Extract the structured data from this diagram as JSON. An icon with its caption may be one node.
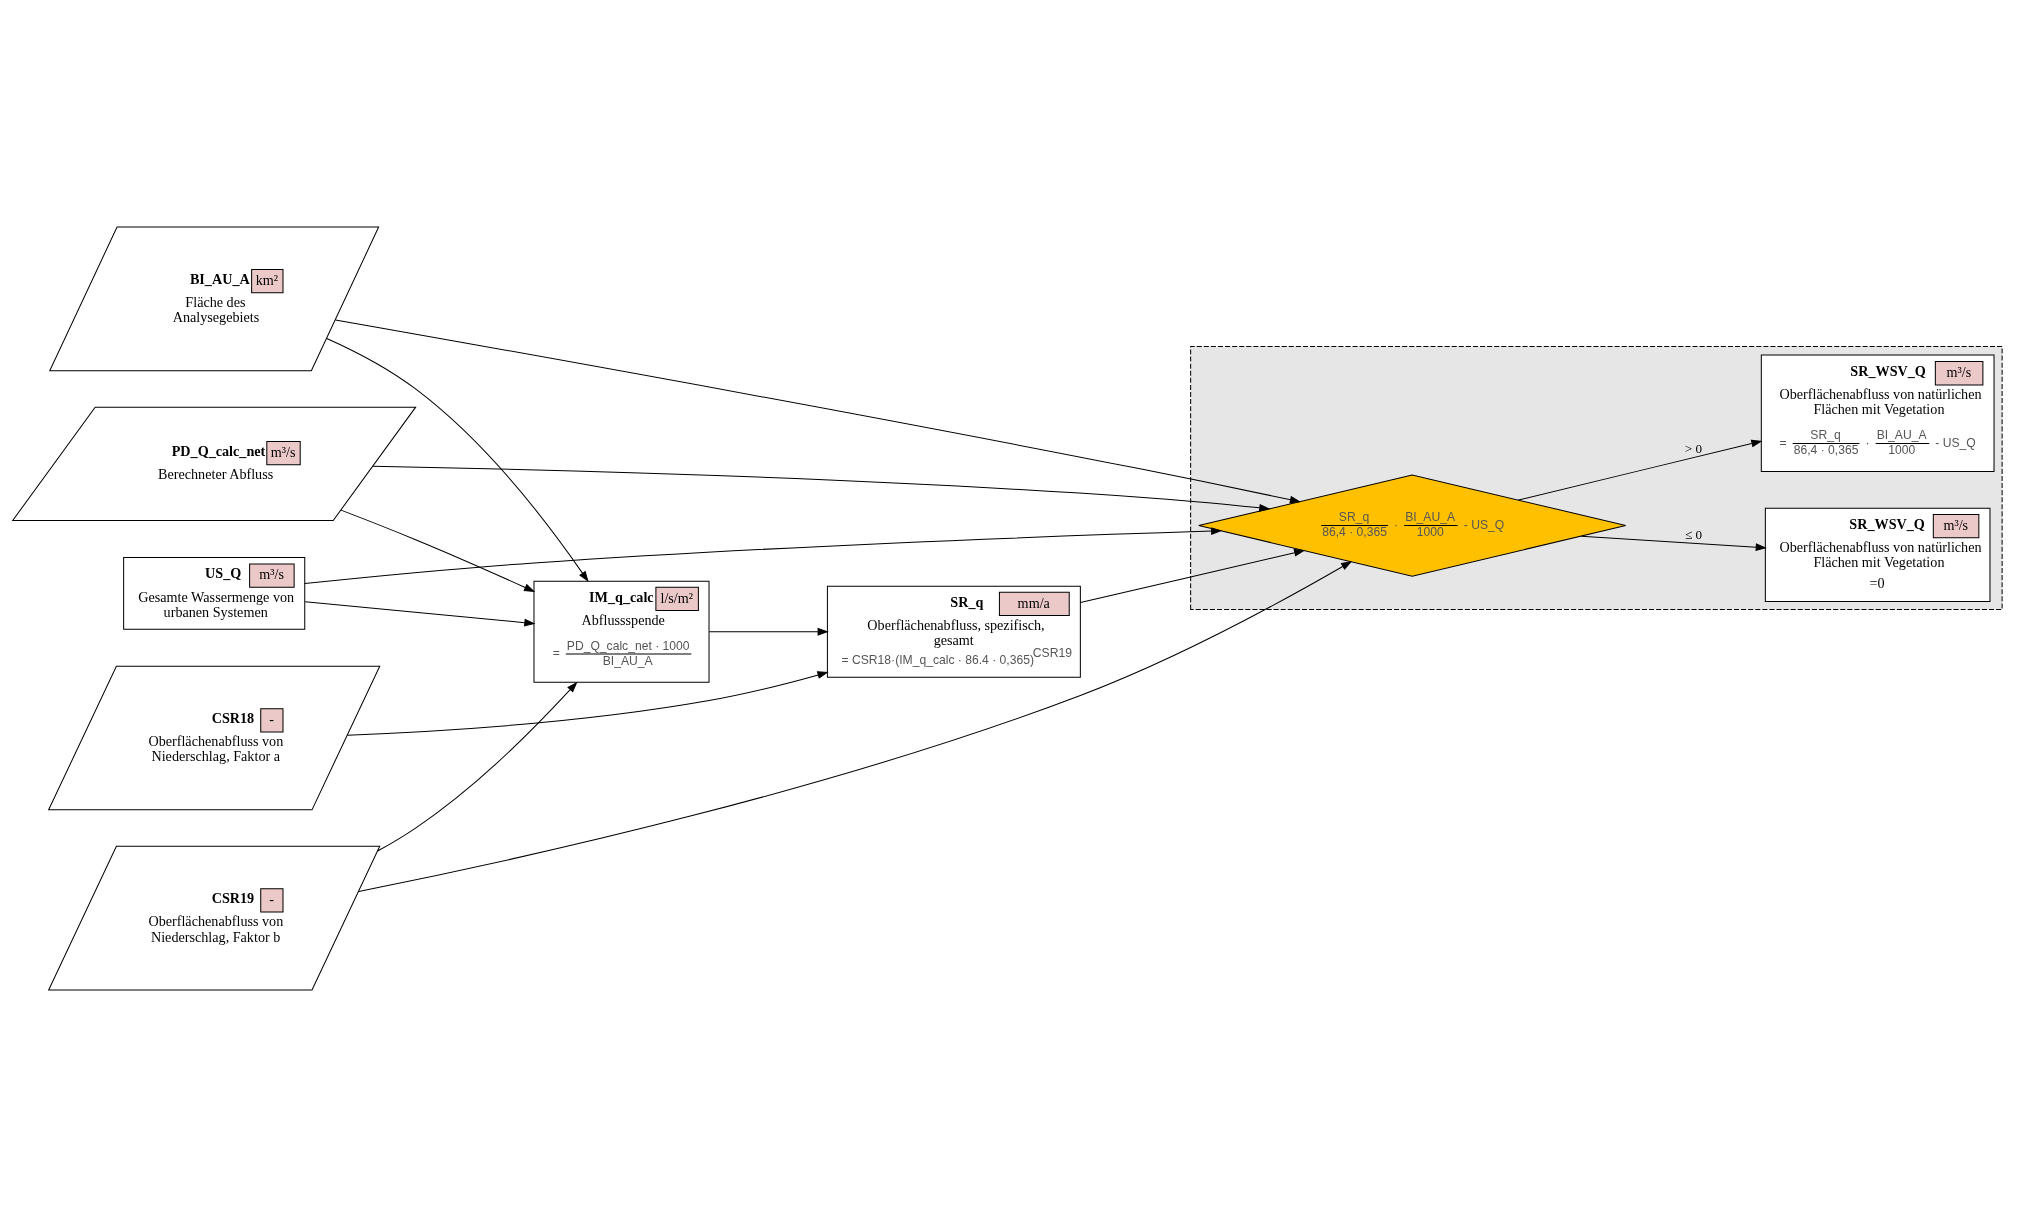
{
  "diagram": {
    "nodes": [
      {
        "text": [
          "PD_Q_calc_net",
          "m³/s",
          "Berechneter Abfluss"
        ]
      },
      {
        "text": [
          "BI_AU_A",
          "km²",
          "Fläche des Analysegebiets"
        ]
      },
      {
        "text": [
          "CSR18",
          "-",
          "Oberflächenabfluss von Niederschlag, Faktor a"
        ]
      },
      {
        "text": [
          "CSR19",
          "-",
          "Oberflächenabfluss von Niederschlag, Faktor b"
        ]
      },
      {
        "text": [
          "US_Q",
          "m³/s",
          "Gesamte Wassermenge von urbanen Systemen"
        ]
      },
      {
        "text": [
          "IM_q_calc",
          "l/s/m²",
          "Abflussspende",
          "=",
          "PD_Q_calc_net · 1000",
          "BI_AU_A"
        ]
      },
      {
        "text": [
          "SR_q",
          "mm/a",
          "Oberflächenabfluss, spezifisch, gesamt",
          "= CSR18·(IM_q_calc · 86.4 · 0,365)",
          "CSR19"
        ]
      },
      {
        "text": [],
        "shape": "box"
      },
      {
        "text": [
          "SR_q",
          "86,4 · 0,365",
          "·",
          "BI_AU_A",
          "1000",
          "- US_Q"
        ],
        "in": 7
      },
      {
        "text": [
          "SR_WSV_Q",
          "m³/s",
          "Oberflächenabfluss von natürlichen Flächen mit Vegetation",
          "=0"
        ],
        "in": 7
      },
      {
        "text": [
          "SR_WSV_Q",
          "m³/s",
          "Oberflächenabfluss von natürlichen Flächen mit Vegetation",
          "=",
          "SR_q",
          "86,4 · 0,365",
          "·",
          "BI_AU_A",
          "1000",
          "- US_Q"
        ],
        "in": 7
      }
    ],
    "edges": [
      {
        "from": 0,
        "to": 5,
        "arrow": "to"
      },
      {
        "from": 1,
        "to": 5,
        "arrow": "to"
      },
      {
        "from": 3,
        "to": 5,
        "arrow": "to"
      },
      {
        "from": 4,
        "to": 5,
        "arrow": "to"
      },
      {
        "from": 0,
        "to": 8,
        "arrow": "to"
      },
      {
        "from": 1,
        "to": 8,
        "arrow": "to"
      },
      {
        "from": 3,
        "to": 8,
        "arrow": "to"
      },
      {
        "from": 4,
        "to": 8,
        "arrow": "to"
      },
      {
        "from": 2,
        "to": 6,
        "arrow": "to"
      },
      {
        "from": 5,
        "to": 6,
        "arrow": "to"
      },
      {
        "from": 6,
        "to": 8,
        "arrow": "to"
      },
      {
        "from": 8,
        "to": 9,
        "arrow": "to",
        "label": "≤ 0"
      },
      {
        "from": 8,
        "to": 10,
        "arrow": "to",
        "label": "> 0"
      }
    ]
  }
}
